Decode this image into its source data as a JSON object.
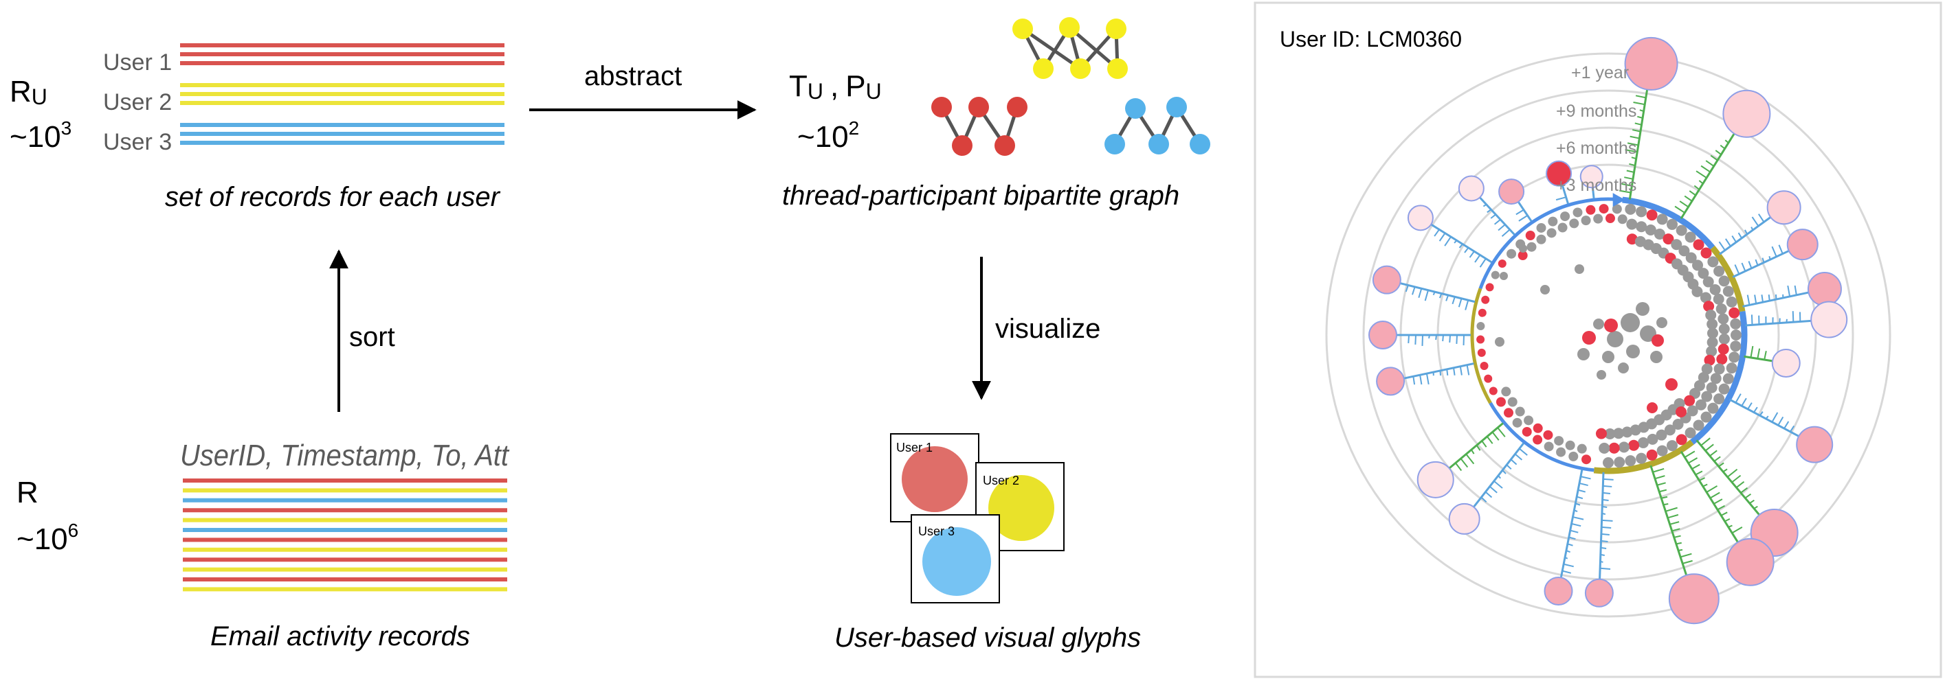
{
  "left": {
    "r_u_label": "R",
    "r_u_sub": "U",
    "r_u_count_base": "~10",
    "r_u_count_exp": "3",
    "user_labels": [
      "User 1",
      "User 2",
      "User 3"
    ],
    "set_caption": "set of records for each user",
    "sort_label": "sort",
    "r_label": "R",
    "r_count_base": "~10",
    "r_count_exp": "6",
    "fields_header": "UserID, Timestamp, To, Att",
    "email_caption": "Email activity records"
  },
  "middle": {
    "abstract_label": "abstract",
    "tp_t": "T",
    "tp_t_sub": "U",
    "tp_sep": ",",
    "tp_p": "P",
    "tp_p_sub": "U",
    "tp_count_base": "~10",
    "tp_count_exp": "2",
    "graph_caption": "thread-participant bipartite graph",
    "visualize_label": "visualize",
    "glyph_labels": [
      "User 1",
      "User 2",
      "User 3"
    ],
    "glyph_caption": "User-based visual glyphs"
  },
  "right": {
    "user_id": "User ID: LCM0360",
    "ring_labels": [
      "+1 year",
      "+9 months",
      "+6 months",
      "+3 months"
    ]
  },
  "colors": {
    "red": "#d9534f",
    "yellow": "#ece43a",
    "blue": "#5aaee3",
    "glyph_red": "#df6e69",
    "glyph_yellow": "#e9e22a",
    "glyph_blue": "#76c3f3",
    "node_red": "#d9413c",
    "node_yellow": "#f6ed1e",
    "node_blue": "#55b2ea",
    "edge_grey": "#555555",
    "ring_grey": "#d8d8d8",
    "arc_blue": "#4f8fe6",
    "arc_olive": "#b5a92d",
    "dot_grey": "#999999",
    "dot_red": "#e8394a",
    "spike_green": "#4fae4f",
    "spike_blue": "#5ba4dc",
    "glyph_pink": "#f5a8b4",
    "glyph_stroke": "#8f9fe6"
  }
}
